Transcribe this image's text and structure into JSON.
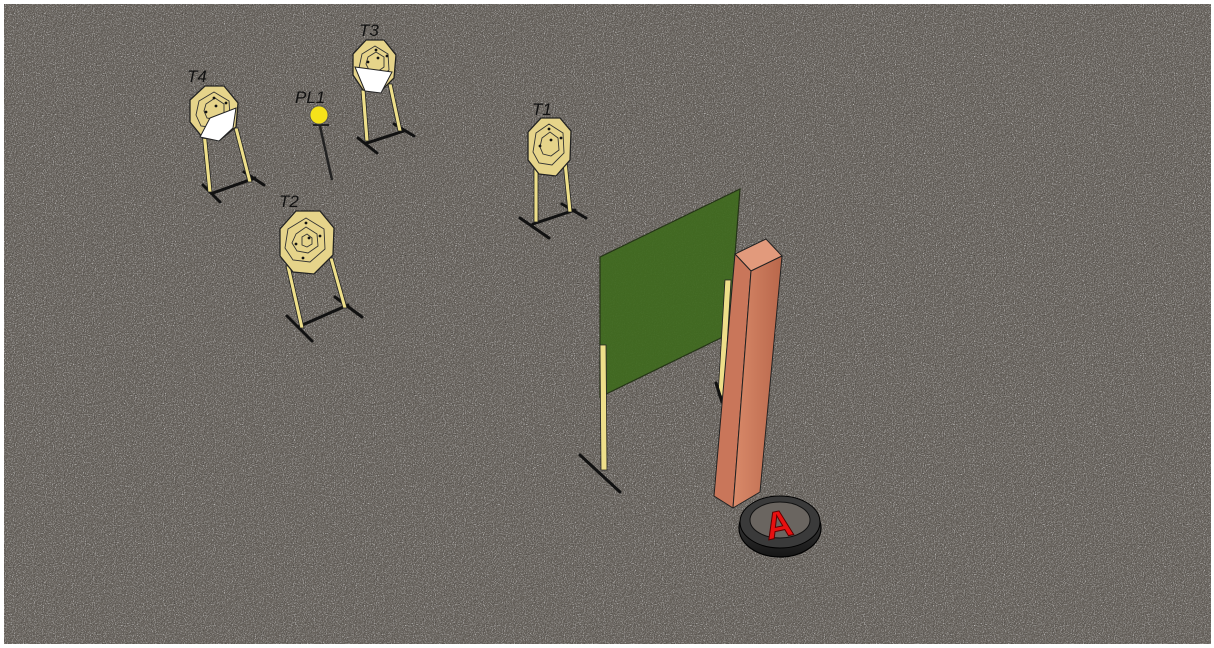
{
  "scene": {
    "background_color": "#6f6a64",
    "frame_color": "#ffffff",
    "targets": [
      {
        "id": "T1",
        "label": "T1",
        "no_shoot_patch": false
      },
      {
        "id": "T2",
        "label": "T2",
        "no_shoot_patch": false
      },
      {
        "id": "T3",
        "label": "T3",
        "no_shoot_patch": true
      },
      {
        "id": "T4",
        "label": "T4",
        "no_shoot_patch": true
      }
    ],
    "popper": {
      "id": "PL1",
      "label": "PL1",
      "color": "#f5e21a"
    },
    "wall": {
      "color": "#3f6a1e"
    },
    "barricade": {
      "color": "#c9765a"
    },
    "shooting_area": {
      "letter": "A",
      "letter_color": "#e81010",
      "ring_color": "#2a2a2a"
    }
  }
}
